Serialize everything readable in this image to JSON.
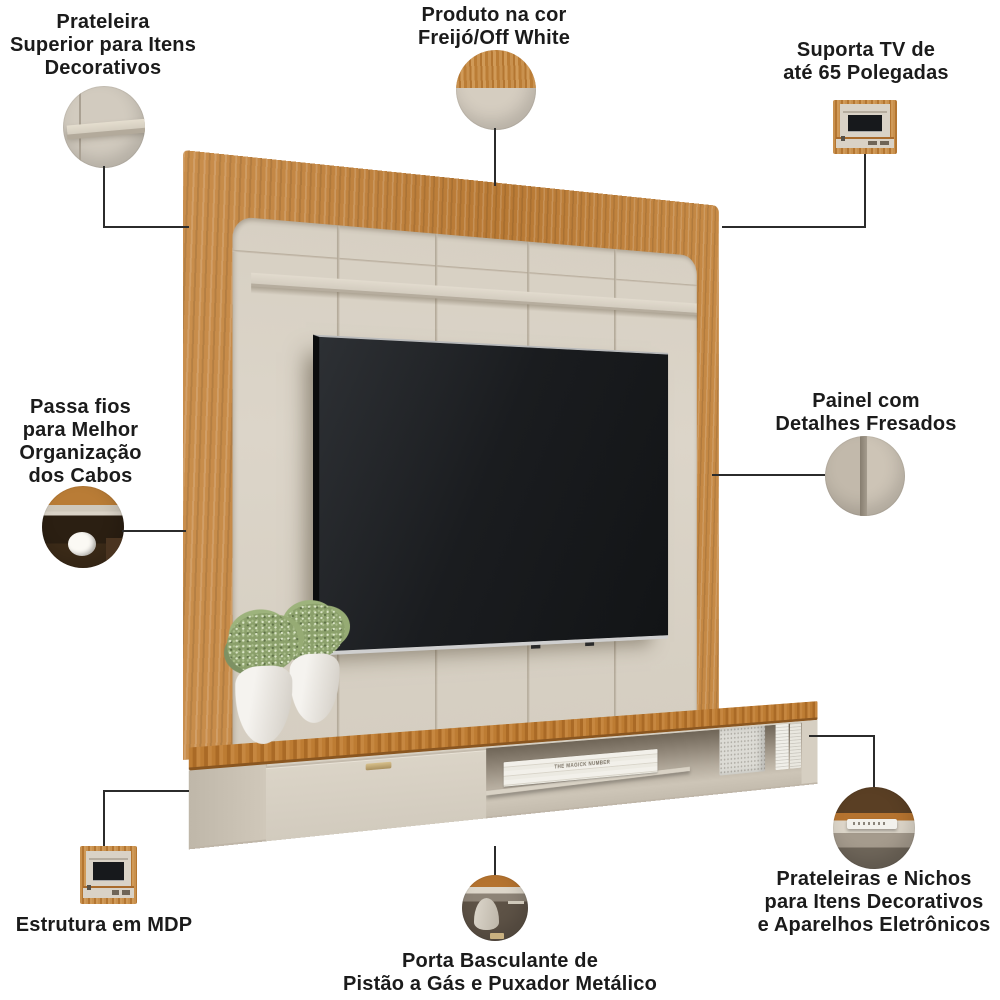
{
  "product": {
    "name": "painel-tv",
    "book_spine": "THE MAGICK NUMBER",
    "colors": {
      "wood_freijo": "#c08040",
      "off_white": "#d9d2c6",
      "tv_screen": "#17191c",
      "interior_shadow": "#6f6557",
      "handle_metal": "#c4ab76",
      "plant_green": "#8ba06b",
      "connector_line": "#2b2b2b",
      "label_text": "#1b1b1b",
      "background": "#ffffff"
    }
  },
  "callouts": {
    "top_left": {
      "icon": "shelf-detail-circle",
      "lines": [
        "Prateleira",
        "Superior para Itens",
        "Decorativos"
      ]
    },
    "top_center": {
      "icon": "two-tone-color-circle",
      "lines": [
        "Produto na cor",
        "Freijó/Off White"
      ]
    },
    "top_right": {
      "icon": "product-mini-thumbnail",
      "lines": [
        "Suporta TV de",
        "até 65 Polegadas"
      ]
    },
    "mid_left": {
      "icon": "cable-hole-circle",
      "lines": [
        "Passa fios",
        "para Melhor",
        "Organização",
        "dos Cabos"
      ]
    },
    "mid_right": {
      "icon": "groove-detail-circle",
      "lines": [
        "Painel com",
        "Detalhes Fresados"
      ]
    },
    "bottom_left": {
      "icon": "product-mini-thumbnail",
      "lines": [
        "Estrutura em MDP"
      ]
    },
    "bottom_center": {
      "icon": "gas-piston-circle",
      "lines": [
        "Porta Basculante de",
        "Pistão a Gás e Puxador Metálico"
      ]
    },
    "bottom_right": {
      "icon": "shelf-niche-circle",
      "lines": [
        "Prateleiras e Nichos",
        "para Itens Decorativos",
        "e Aparelhos Eletrônicos"
      ]
    }
  }
}
